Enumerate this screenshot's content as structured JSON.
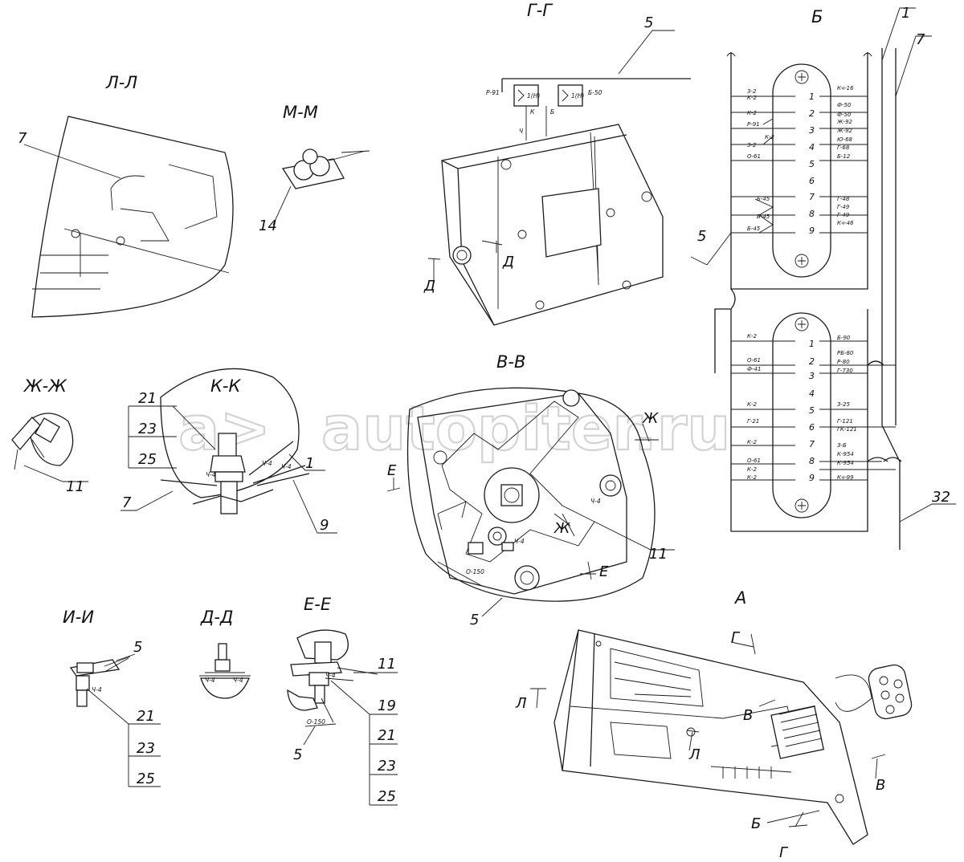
{
  "watermark": {
    "symbol": "a>",
    "text": "autopiter.ru"
  },
  "sections": {
    "LL": "Л-Л",
    "MM": "М-М",
    "GG": "Г-Г",
    "B": "Б",
    "BB": "В-В",
    "ZhZh": "Ж-Ж",
    "KK": "К-К",
    "II": "И-И",
    "DD": "Д-Д",
    "EE": "Е-Е",
    "A": "А"
  },
  "cut_markers": {
    "D": "Д",
    "E": "Е",
    "Zh": "Ж",
    "L": "Л",
    "G": "Г",
    "V": "В",
    "B": "Б"
  },
  "leaders": {
    "n1": "1",
    "n5": "5",
    "n7": "7",
    "n9": "9",
    "n11": "11",
    "n14": "14",
    "n19": "19",
    "n21": "21",
    "n23": "23",
    "n25": "25",
    "n32": "32"
  },
  "gg_wires": {
    "r91": "Р-91",
    "b50": "Б-50",
    "c1": "1(Н)",
    "c2": "1(Н)",
    "k": "К",
    "b": "Б",
    "ch": "Ч"
  },
  "bb_wires": {
    "ch4a": "Ч-4",
    "ch4b": "Ч-4",
    "o150": "О-150"
  },
  "kk_wires": {
    "ch4a": "Ч-4",
    "ch4b": "Ч-4",
    "ch4c": "Ч-4"
  },
  "ii_wires": {
    "ch4": "Ч-4"
  },
  "dd_wires": {
    "ch4a": "Ч-4",
    "ch4b": "Ч-4"
  },
  "ee_wires": {
    "ch4": "Ч-4",
    "o150": "О-150"
  },
  "connector_top": {
    "pins": [
      "1",
      "2",
      "3",
      "4",
      "5",
      "6",
      "7",
      "8",
      "9"
    ],
    "left": [
      "З-2",
      "К-2",
      "К-2",
      "Р-91",
      "К-2",
      "З-2",
      "О-61",
      "Б-45",
      "Б-45",
      "Б-45"
    ],
    "right": [
      "Кч-16",
      "Ф-50",
      "Ф-50",
      "Ж-92",
      "Ж-92",
      "Ю-68",
      "Г-68",
      "Б-12",
      "Г-48",
      "Г-49",
      "Г-49",
      "Кч-46"
    ]
  },
  "connector_bottom": {
    "pins": [
      "1",
      "2",
      "3",
      "4",
      "5",
      "6",
      "7",
      "8",
      "9"
    ],
    "left": [
      "К-2",
      "О-61",
      "Ф-41",
      "К-2",
      "Г-21",
      "К-2",
      "О-61",
      "К-2",
      "К-2"
    ],
    "right": [
      "Б-90",
      "РБ-80",
      "Р-80",
      "Г-730",
      "З-25",
      "Г-121",
      "ГК-121",
      "З-Б",
      "К-954",
      "К-954",
      "Кч-99"
    ]
  }
}
